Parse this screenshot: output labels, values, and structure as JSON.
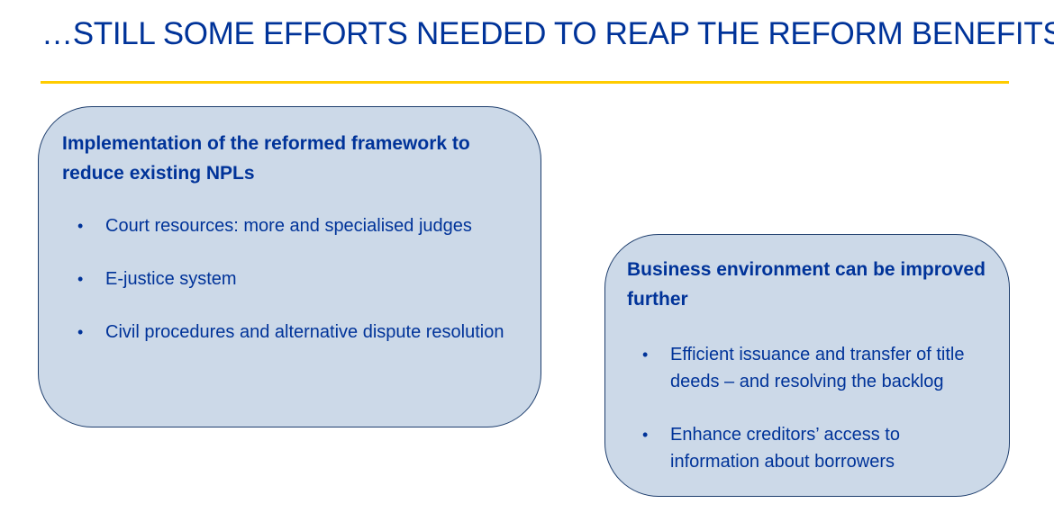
{
  "slide": {
    "title": "…STILL SOME EFFORTS NEEDED TO REAP THE REFORM BENEFITS",
    "colors": {
      "title": "#003399",
      "rule": "#ffcc00",
      "box_fill": "#ccd9e8",
      "box_border": "#1f3f6e"
    }
  },
  "left_box": {
    "heading": "Implementation of the reformed framework to reduce existing NPLs",
    "bullets": [
      "Court resources: more and specialised judges",
      "E-justice system",
      "Civil procedures and alternative dispute resolution"
    ]
  },
  "right_box": {
    "heading": "Business environment can be improved further",
    "bullets": [
      "Efficient issuance and transfer of title deeds – and resolving the backlog",
      "Enhance creditors’ access to information about borrowers"
    ]
  },
  "bullet_glyph": "•"
}
